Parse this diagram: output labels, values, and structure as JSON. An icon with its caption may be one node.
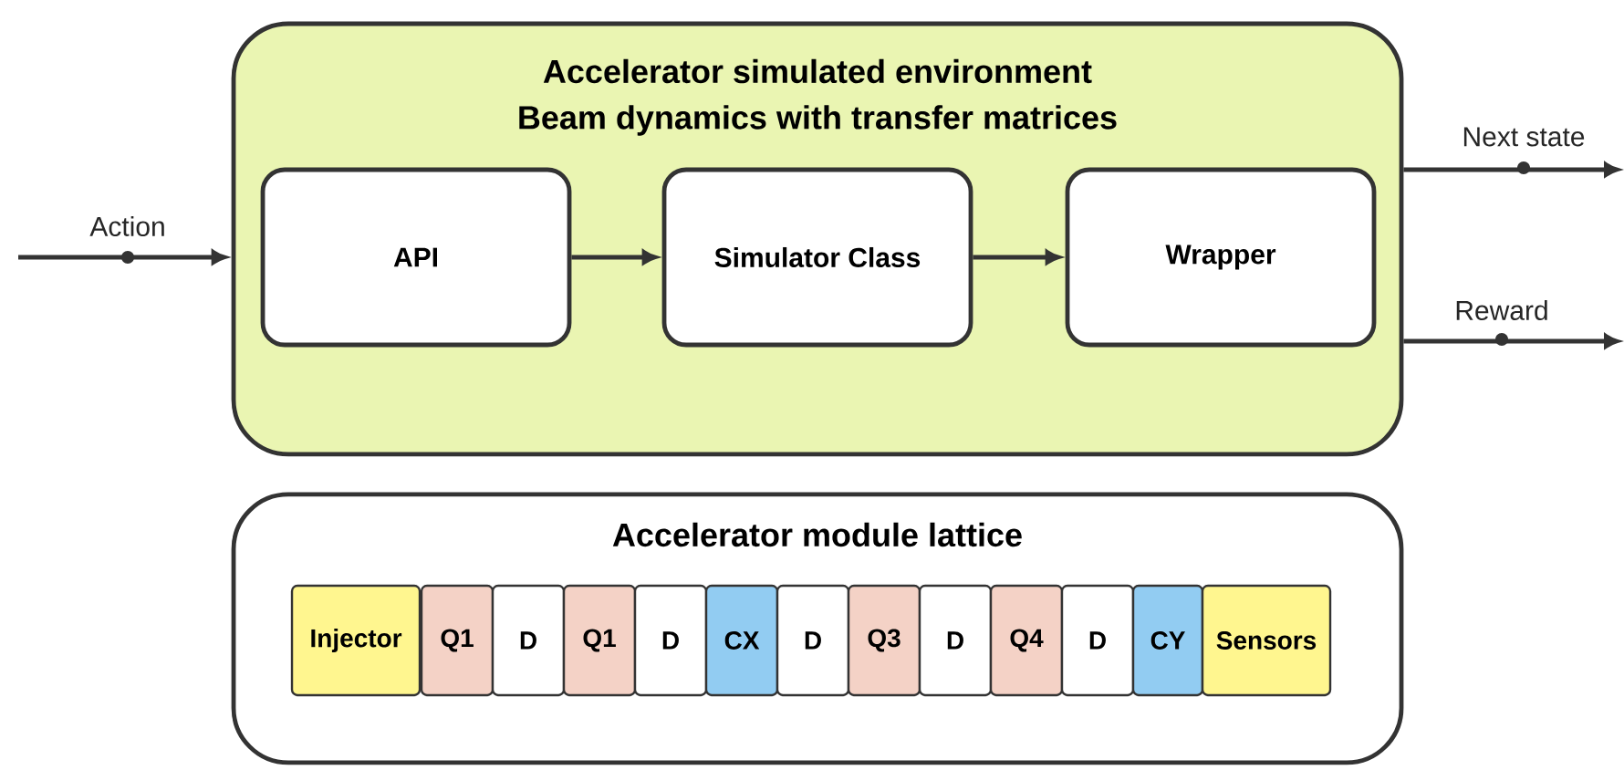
{
  "diagram": {
    "nodes": [
      {
        "text": [
          "Accelerator simulated environment",
          "Beam dynamics with transfer matrices"
        ]
      },
      {
        "text": [
          "API"
        ],
        "in": 0
      },
      {
        "text": [
          "Simulator Class"
        ],
        "in": 0
      },
      {
        "text": [
          "Wrapper"
        ],
        "in": 0
      },
      {
        "text": [
          "Accelerator module lattice"
        ]
      },
      {
        "text": [
          "Injector"
        ],
        "in": 4
      },
      {
        "text": [
          "Q1"
        ],
        "in": 4
      },
      {
        "text": [
          "D"
        ],
        "in": 4
      },
      {
        "text": [
          "Q1"
        ],
        "in": 4
      },
      {
        "text": [
          "D"
        ],
        "in": 4
      },
      {
        "text": [
          "CX"
        ],
        "in": 4
      },
      {
        "text": [
          "D"
        ],
        "in": 4
      },
      {
        "text": [
          "Q3"
        ],
        "in": 4
      },
      {
        "text": [
          "D"
        ],
        "in": 4
      },
      {
        "text": [
          "Q4"
        ],
        "in": 4
      },
      {
        "text": [
          "D"
        ],
        "in": 4
      },
      {
        "text": [
          "CY"
        ],
        "in": 4
      },
      {
        "text": [
          "Sensors"
        ],
        "in": 4
      }
    ],
    "edges": [
      {
        "from": null,
        "to": 0,
        "arrow": "to",
        "label": "Action"
      },
      {
        "from": 1,
        "to": 2,
        "arrow": "to"
      },
      {
        "from": 2,
        "to": 3,
        "arrow": "to"
      },
      {
        "from": 0,
        "to": null,
        "arrow": "to",
        "label": "Next state"
      },
      {
        "from": 0,
        "to": null,
        "arrow": "to",
        "label": "Reward"
      }
    ]
  }
}
